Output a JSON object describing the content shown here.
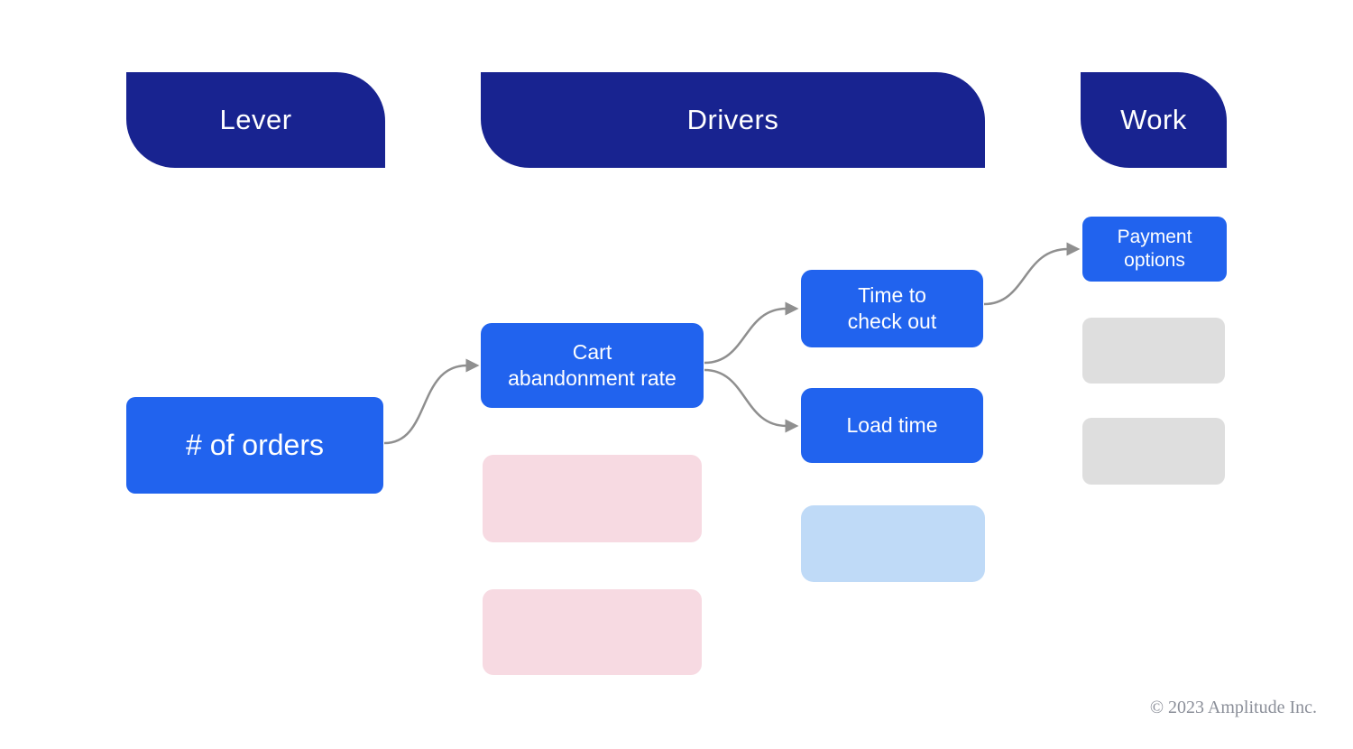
{
  "diagram": {
    "headers": [
      {
        "key": "lever",
        "label": "Lever"
      },
      {
        "key": "drivers",
        "label": "Drivers"
      },
      {
        "key": "work",
        "label": "Work"
      }
    ],
    "nodes": {
      "orders": "# of orders",
      "cart": "Cart\nabandonment rate",
      "time_to_checkout": "Time to\ncheck out",
      "load_time": "Load time",
      "payment_options": "Payment\noptions"
    },
    "connections": [
      {
        "from": "orders",
        "to": "cart"
      },
      {
        "from": "cart",
        "to": "time_to_checkout"
      },
      {
        "from": "cart",
        "to": "load_time"
      },
      {
        "from": "time_to_checkout",
        "to": "payment_options"
      }
    ],
    "placeholders": [
      {
        "column": "drivers",
        "color": "pink"
      },
      {
        "column": "drivers",
        "color": "pink"
      },
      {
        "column": "drivers",
        "color": "light-blue"
      },
      {
        "column": "work",
        "color": "gray"
      },
      {
        "column": "work",
        "color": "gray"
      }
    ],
    "colors": {
      "header_navy": "#182390",
      "node_blue": "#2163ee",
      "placeholder_pink": "#f7dae2",
      "placeholder_light_blue": "#bfdaf7",
      "placeholder_gray": "#dedede",
      "arrow_gray": "#8f8f8f"
    }
  },
  "footer": {
    "copyright": "© 2023 Amplitude Inc."
  }
}
